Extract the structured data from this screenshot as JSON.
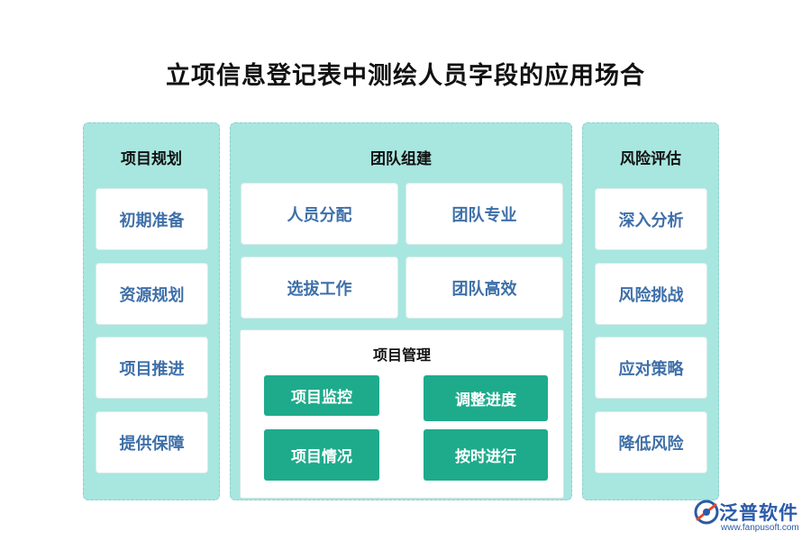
{
  "title": "立项信息登记表中测绘人员字段的应用场合",
  "left": {
    "heading": "项目规划",
    "items": [
      "初期准备",
      "资源规划",
      "项目推进",
      "提供保障"
    ]
  },
  "middle": {
    "heading": "团队组建",
    "items": [
      "人员分配",
      "团队专业",
      "选拔工作",
      "团队高效"
    ],
    "project_management": {
      "heading": "项目管理",
      "items": [
        "项目监控",
        "调整进度",
        "项目情况",
        "按时进行"
      ]
    }
  },
  "right": {
    "heading": "风险评估",
    "items": [
      "深入分析",
      "风险挑战",
      "应对策略",
      "降低风险"
    ]
  },
  "logo": {
    "name": "泛普软件",
    "url": "www.fanpusoft.com"
  },
  "colors": {
    "column_bg": "#a8e6e0",
    "card_text": "#3e6fa8",
    "green_button": "#1eab8c",
    "logo_blue": "#2a5aa8"
  }
}
